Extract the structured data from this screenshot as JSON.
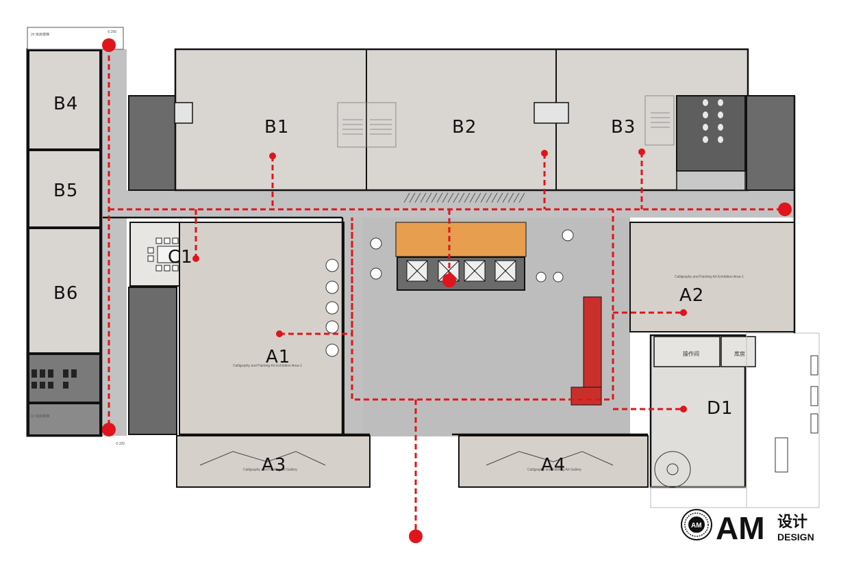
{
  "plan": {
    "labels": {
      "B4": "B4",
      "B5": "B5",
      "B6": "B6",
      "B1": "B1",
      "B2": "B2",
      "B3": "B3",
      "C1": "C1",
      "A1": "A1",
      "A2": "A2",
      "A3": "A3",
      "A4": "A4",
      "D1": "D1"
    },
    "stair_top": "2# 库房楼梯",
    "stair_bottom": "1# 库房楼梯",
    "level_top": "-0.200",
    "level_bottom": "-0.320",
    "room_operation": "操作间",
    "room_storage": "库房",
    "sub_a1": "Calligraphy and Painting Art Exhibition Area-1",
    "sub_a2": "Calligraphy and Painting Art Exhibition Area-1",
    "sub_a3": "Calligraphy and Painting Art Gallery",
    "sub_a4": "Calligraphy and Painting Art Gallery"
  },
  "brand": {
    "mark": "AM",
    "mark_small": "DESIGN",
    "name": "AM",
    "cn": "设计",
    "en": "DESIGN"
  },
  "colors": {
    "route": "#e0141b",
    "wall": "#111111",
    "room_fill": "#d9d6d2",
    "corridor": "#bfbfbf",
    "dark_service": "#6b6b6b",
    "stage": "#e79e4f",
    "red_stair": "#c9302c"
  }
}
